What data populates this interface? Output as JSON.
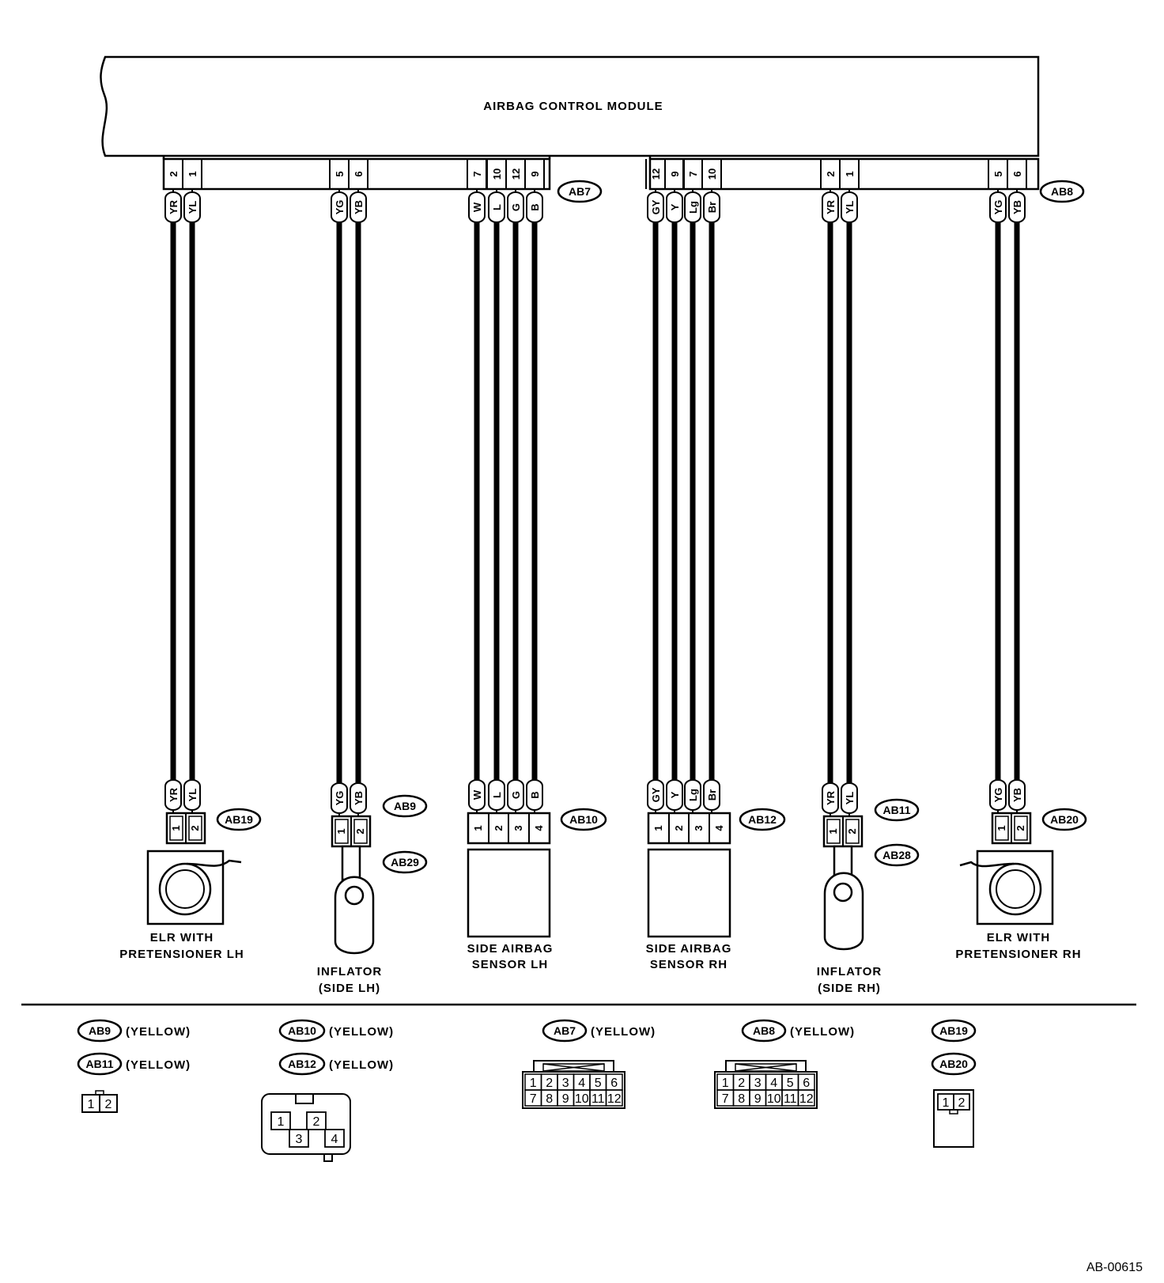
{
  "module_label": "AIRBAG CONTROL MODULE",
  "module_connectors": [
    {
      "id": "AB7",
      "pins": [
        "2",
        "1",
        "5",
        "6",
        "7",
        "10",
        "12",
        "9"
      ]
    },
    {
      "id": "AB8",
      "pins": [
        "12",
        "9",
        "7",
        "10",
        "2",
        "1",
        "5",
        "6"
      ]
    }
  ],
  "harnesses": [
    {
      "wires": [
        "YR",
        "YL"
      ],
      "pins": [
        "1",
        "2"
      ],
      "connectors": [
        "AB19"
      ],
      "label": [
        "ELR WITH",
        "PRETENSIONER LH"
      ]
    },
    {
      "wires": [
        "YG",
        "YB"
      ],
      "pins": [
        "1",
        "2"
      ],
      "connectors": [
        "AB9",
        "AB29"
      ],
      "label": [
        "INFLATOR",
        "(SIDE LH)"
      ]
    },
    {
      "wires": [
        "W",
        "L",
        "G",
        "B"
      ],
      "pins": [
        "1",
        "2",
        "3",
        "4"
      ],
      "connectors": [
        "AB10"
      ],
      "label": [
        "SIDE AIRBAG",
        "SENSOR LH"
      ]
    },
    {
      "wires": [
        "GY",
        "Y",
        "Lg",
        "Br"
      ],
      "pins": [
        "1",
        "2",
        "3",
        "4"
      ],
      "connectors": [
        "AB12"
      ],
      "label": [
        "SIDE AIRBAG",
        "SENSOR RH"
      ]
    },
    {
      "wires": [
        "YR",
        "YL"
      ],
      "pins": [
        "1",
        "2"
      ],
      "connectors": [
        "AB11",
        "AB28"
      ],
      "label": [
        "INFLATOR",
        "(SIDE RH)"
      ]
    },
    {
      "wires": [
        "YG",
        "YB"
      ],
      "pins": [
        "1",
        "2"
      ],
      "connectors": [
        "AB20"
      ],
      "label": [
        "ELR WITH",
        "PRETENSIONER RH"
      ]
    }
  ],
  "legend": {
    "color_word": "(YELLOW)",
    "groups": [
      {
        "ids": [
          "AB9",
          "AB11"
        ],
        "colored": [
          true,
          true
        ],
        "face_rows": [
          [
            "1",
            "2"
          ]
        ]
      },
      {
        "ids": [
          "AB10",
          "AB12"
        ],
        "colored": [
          true,
          true
        ],
        "face_rows": [
          [
            "1",
            "2"
          ],
          [
            "3",
            "4"
          ]
        ]
      },
      {
        "ids": [
          "AB7"
        ],
        "colored": [
          true
        ],
        "face_rows": [
          [
            "1",
            "2",
            "3",
            "4",
            "5",
            "6"
          ],
          [
            "7",
            "8",
            "9",
            "10",
            "11",
            "12"
          ]
        ]
      },
      {
        "ids": [
          "AB8"
        ],
        "colored": [
          true
        ],
        "face_rows": [
          [
            "1",
            "2",
            "3",
            "4",
            "5",
            "6"
          ],
          [
            "7",
            "8",
            "9",
            "10",
            "11",
            "12"
          ]
        ]
      },
      {
        "ids": [
          "AB19",
          "AB20"
        ],
        "colored": [
          false,
          false
        ],
        "face_rows": [
          [
            "1",
            "2"
          ]
        ]
      }
    ]
  },
  "figure_ref": "AB-00615"
}
